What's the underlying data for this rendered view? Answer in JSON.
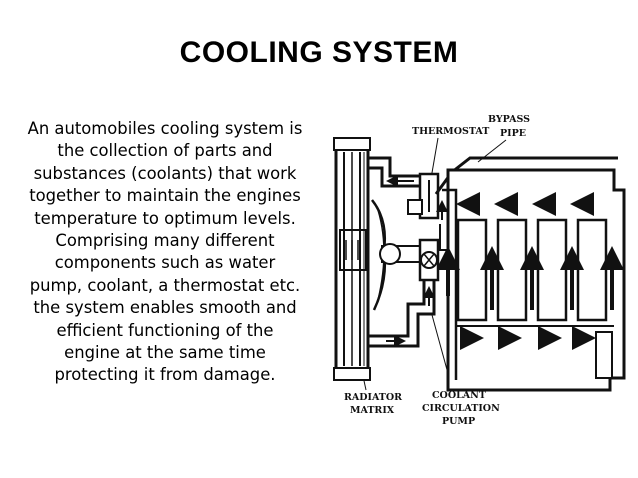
{
  "slide": {
    "title": "COOLING SYSTEM",
    "body_lines": [
      "An automobiles cooling system is",
      "the collection of parts and",
      "substances (coolants) that work",
      "together to maintain the engines",
      "temperature to optimum levels.",
      "Comprising many different",
      "components such as water",
      "pump, coolant, a thermostat etc.",
      "the system enables smooth and",
      "efficient functioning of the",
      "engine at the same time",
      "protecting it from damage."
    ]
  },
  "diagram": {
    "labels": {
      "thermostat": "THERMOSTAT",
      "bypass_line1": "BYPASS",
      "bypass_line2": "PIPE",
      "radiator_line1": "RADIATOR",
      "radiator_line2": "MATRIX",
      "pump_line1": "COOLANT",
      "pump_line2": "CIRCULATION",
      "pump_line3": "PUMP"
    }
  }
}
